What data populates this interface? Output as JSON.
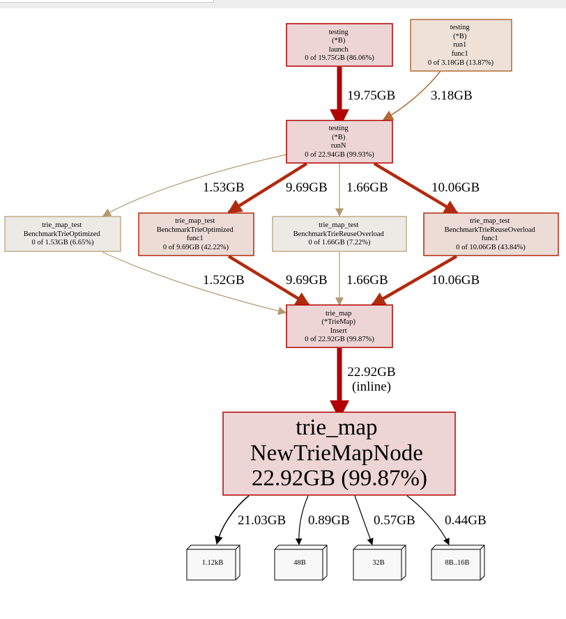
{
  "colors": {
    "hot_fill": "#edd5d5",
    "hot_stroke": "#b20000",
    "warm_fill": "#ede1d8",
    "warm_stroke": "#b26b37",
    "cool_fill": "#edeae6",
    "cool_stroke": "#b2996e",
    "mid_fill": "#eddbd5",
    "mid_stroke": "#b22a0d",
    "leaf_fill": "#f8f8f8"
  },
  "nodes": {
    "launch": [
      "testing",
      "(*B)",
      "launch",
      "0 of 19.75GB (86.06%)"
    ],
    "run1": [
      "testing",
      "(*B)",
      "run1",
      "func1",
      "0 of 3.18GB (13.87%)"
    ],
    "runN": [
      "testing",
      "(*B)",
      "runN",
      "0 of 22.94GB (99.93%)"
    ],
    "bench_opt": [
      "trie_map_test",
      "BenchmarkTrieOptimized",
      "0 of 1.53GB (6.65%)"
    ],
    "bench_opt_func1": [
      "trie_map_test",
      "BenchmarkTrieOptimized",
      "func1",
      "0 of 9.69GB (42.22%)"
    ],
    "bench_reuse": [
      "trie_map_test",
      "BenchmarkTrieReuseOverload",
      "0 of 1.66GB (7.22%)"
    ],
    "bench_reuse_func1": [
      "trie_map_test",
      "BenchmarkTrieReuseOverload",
      "func1",
      "0 of 10.06GB (43.84%)"
    ],
    "insert": [
      "trie_map",
      "(*TrieMap)",
      "Insert",
      "0 of 22.92GB (99.87%)"
    ],
    "newnode": [
      "trie_map",
      "NewTrieMapNode",
      "22.92GB (99.87%)"
    ]
  },
  "leaves": [
    "1.12kB",
    "48B",
    "32B",
    "8B..16B"
  ],
  "edges": {
    "launch_runN": "19.75GB",
    "run1_runN": "3.18GB",
    "runN_opt": "1.53GB",
    "runN_optf": "9.69GB",
    "runN_reuse": "1.66GB",
    "runN_reusef": "10.06GB",
    "opt_insert": "1.52GB",
    "optf_insert": "9.69GB",
    "reuse_insert": "1.66GB",
    "reusef_insert": "10.06GB",
    "insert_new": [
      "22.92GB",
      "(inline)"
    ],
    "new_leaf1": "21.03GB",
    "new_leaf2": "0.89GB",
    "new_leaf3": "0.57GB",
    "new_leaf4": "0.44GB"
  }
}
